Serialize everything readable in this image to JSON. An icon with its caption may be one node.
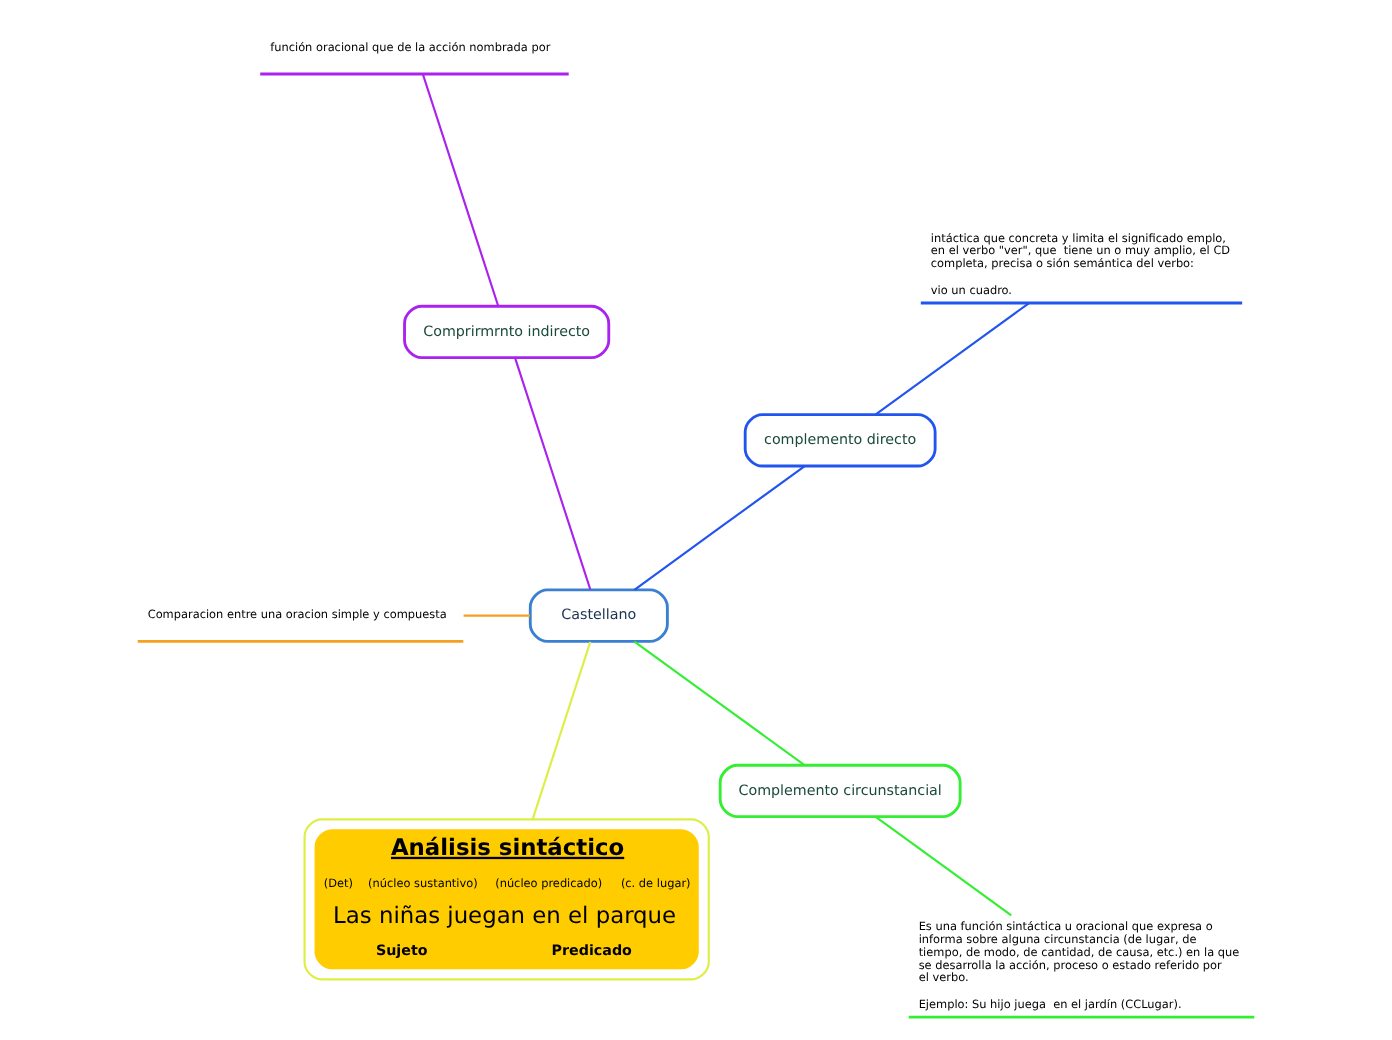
{
  "diagram": {
    "nodes": [
      {
        "text": [
          "Castellano"
        ]
      },
      {
        "text": [
          "complemento directo"
        ]
      },
      {
        "text": [
          "intáctica que concreta y limita el significado emplo, en el verbo \"ver\", que  tiene un o muy amplio, el CD completa, precisa o sión semántica del verbo:",
          "vio un cuadro."
        ]
      },
      {
        "text": [
          "Comprirmrnto indirecto"
        ]
      },
      {
        "text": [
          "función oracional que de la acción nombrada por"
        ]
      },
      {
        "text": [
          "Comparacion entre una oracion simple y compuesta"
        ]
      },
      {
        "text": [
          "Análisis sintáctico",
          "(Det)",
          "(núcleo sustantivo)",
          "(núcleo predicado)",
          "(c. de lugar)",
          "Las niñas juegan en el parque",
          "Sujeto",
          "Predicado"
        ]
      },
      {
        "text": [
          "Complemento circunstancial"
        ]
      },
      {
        "text": [
          "Es una función sintáctica u oracional que expresa o informa sobre alguna circunstancia (de lugar, de tiempo, de modo, de cantidad, de causa, etc.) en la que se desarrolla la acción, proceso o estado referido por el verbo.",
          "Ejemplo: Su hijo juega  en el jardín (CCLugar)."
        ]
      }
    ],
    "edges": [
      {
        "from": 0,
        "to": 1,
        "arrow": "none",
        "color": "#2255ee"
      },
      {
        "from": 1,
        "to": 2,
        "arrow": "none",
        "color": "#2255ee"
      },
      {
        "from": 0,
        "to": 3,
        "arrow": "none",
        "color": "#aa22ee"
      },
      {
        "from": 3,
        "to": 4,
        "arrow": "none",
        "color": "#aa22ee"
      },
      {
        "from": 0,
        "to": 5,
        "arrow": "none",
        "color": "#f5a020"
      },
      {
        "from": 0,
        "to": 6,
        "arrow": "none",
        "color": "#ddee44"
      },
      {
        "from": 0,
        "to": 7,
        "arrow": "none",
        "color": "#33ee33"
      },
      {
        "from": 7,
        "to": 8,
        "arrow": "none",
        "color": "#33ee33"
      }
    ]
  }
}
